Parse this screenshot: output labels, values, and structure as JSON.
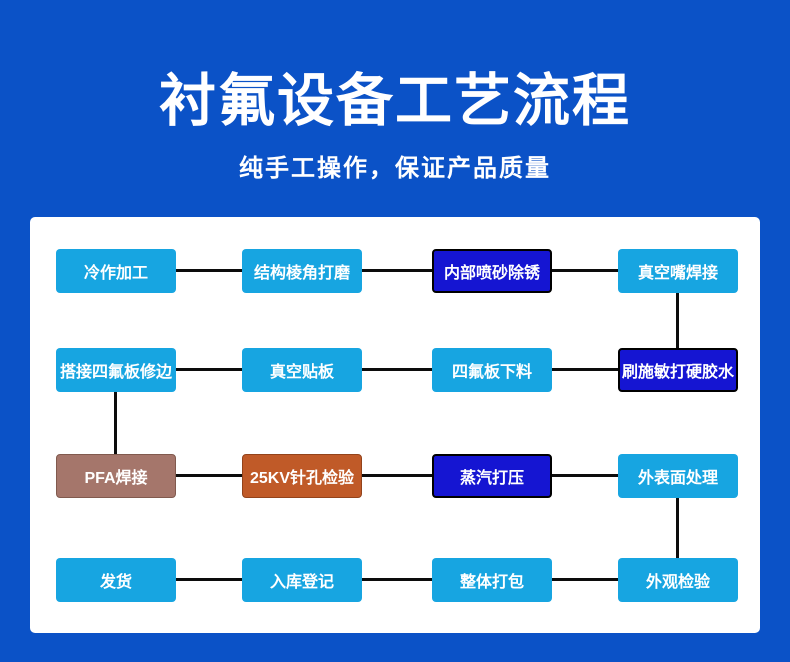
{
  "header": {
    "title": "衬氟设备工艺流程",
    "subtitle": "纯手工操作，保证产品质量"
  },
  "colors": {
    "background": "#0b52c7",
    "panel": "#ffffff",
    "box_light_blue": "#17a5e1",
    "box_dark_blue": "#1515d2",
    "box_brown": "#a5766b",
    "box_rust": "#c05a28",
    "connector": "#0c0c0c",
    "text": "#ffffff"
  },
  "flow": {
    "rows": [
      {
        "boxes": [
          {
            "label": "冷作加工",
            "color": "light"
          },
          {
            "label": "结构棱角打磨",
            "color": "light"
          },
          {
            "label": "内部喷砂除锈",
            "color": "dark"
          },
          {
            "label": "真空嘴焊接",
            "color": "light"
          }
        ]
      },
      {
        "boxes": [
          {
            "label": "搭接四氟板修边",
            "color": "light"
          },
          {
            "label": "真空贴板",
            "color": "light"
          },
          {
            "label": "四氟板下料",
            "color": "light"
          },
          {
            "label": "刷施敏打硬胶水",
            "color": "dark"
          }
        ]
      },
      {
        "boxes": [
          {
            "label": "PFA焊接",
            "color": "brown"
          },
          {
            "label": "25KV针孔检验",
            "color": "rust"
          },
          {
            "label": "蒸汽打压",
            "color": "dark"
          },
          {
            "label": "外表面处理",
            "color": "light"
          }
        ]
      },
      {
        "boxes": [
          {
            "label": "发货",
            "color": "light"
          },
          {
            "label": "入库登记",
            "color": "light"
          },
          {
            "label": "整体打包",
            "color": "light"
          },
          {
            "label": "外观检验",
            "color": "light"
          }
        ]
      }
    ],
    "vertical_connections": [
      "真空嘴焊接 → 刷施敏打硬胶水",
      "搭接四氟板修边 → PFA焊接",
      "外表面处理 → 外观检验"
    ]
  }
}
